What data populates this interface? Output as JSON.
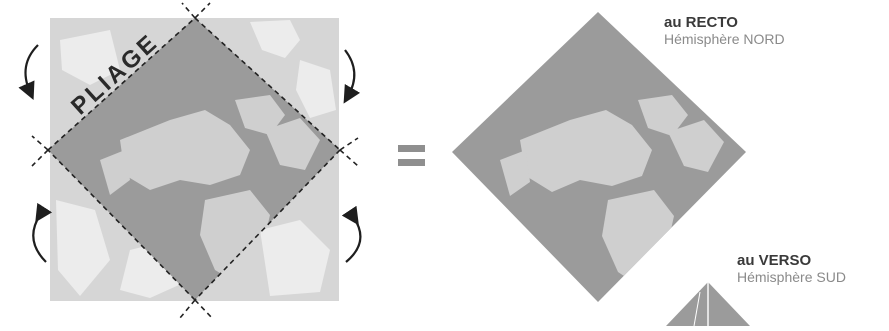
{
  "diagram": {
    "fold_label": "PLIAGE",
    "equals_sign": "=",
    "recto": {
      "side": "au RECTO",
      "hemisphere": "Hémisphère NORD"
    },
    "verso": {
      "side": "au VERSO",
      "hemisphere": "Hémisphère SUD"
    },
    "colors": {
      "map_outer": "#d6d6d6",
      "map_inner": "#9b9b9b",
      "land_outer": "#ececec",
      "land_inner": "#cfcfcf",
      "dash": "#222222",
      "arrow": "#1e1e1e",
      "equals": "#8f8f8f"
    }
  }
}
